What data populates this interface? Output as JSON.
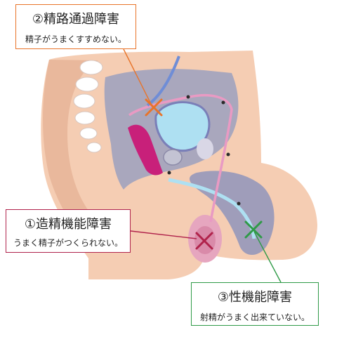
{
  "callouts": {
    "transport": {
      "title": "②精路通過障害",
      "desc": "精子がうまくすすめない。",
      "color": "#e8742a"
    },
    "production": {
      "title": "①造精機能障害",
      "desc": "うまく精子がつくられない。",
      "color": "#b0224b"
    },
    "sexual": {
      "title": "③性機能障害",
      "desc": "射精がうまく出来ていない。",
      "color": "#2f9a47"
    }
  },
  "icons": [
    "x-mark-icon"
  ]
}
